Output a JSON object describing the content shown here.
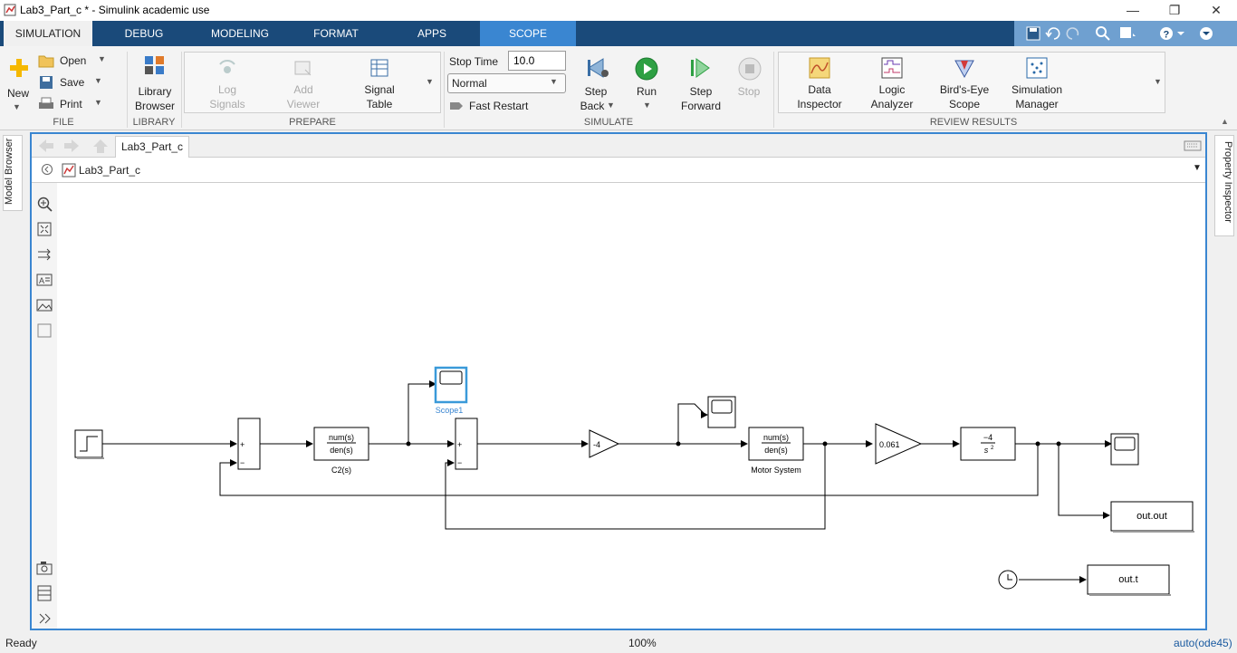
{
  "window": {
    "title": "Lab3_Part_c * - Simulink academic use"
  },
  "tabs": [
    {
      "label": "SIMULATION"
    },
    {
      "label": "DEBUG"
    },
    {
      "label": "MODELING"
    },
    {
      "label": "FORMAT"
    },
    {
      "label": "APPS"
    },
    {
      "label": "SCOPE"
    }
  ],
  "ribbon": {
    "file": {
      "new": "New",
      "open": "Open",
      "save": "Save",
      "print": "Print",
      "group": "FILE"
    },
    "library": {
      "browser1": "Library",
      "browser2": "Browser",
      "group": "LIBRARY"
    },
    "prepare": {
      "log1": "Log",
      "log2": "Signals",
      "add1": "Add",
      "add2": "Viewer",
      "table1": "Signal",
      "table2": "Table",
      "group": "PREPARE"
    },
    "simulate": {
      "stop_time_label": "Stop Time",
      "stop_time_value": "10.0",
      "mode": "Normal",
      "fast_restart": "Fast Restart",
      "stepback1": "Step",
      "stepback2": "Back",
      "run": "Run",
      "stepfwd1": "Step",
      "stepfwd2": "Forward",
      "stop": "Stop",
      "group": "SIMULATE"
    },
    "review": {
      "di1": "Data",
      "di2": "Inspector",
      "la1": "Logic",
      "la2": "Analyzer",
      "be1": "Bird's-Eye",
      "be2": "Scope",
      "sm1": "Simulation",
      "sm2": "Manager",
      "group": "REVIEW RESULTS"
    }
  },
  "side": {
    "model_browser": "Model Browser",
    "property_inspector": "Property Inspector"
  },
  "editor": {
    "tab": "Lab3_Part_c",
    "address": "Lab3_Part_c"
  },
  "diagram": {
    "sum1_plus": "+",
    "sum1_minus": "−",
    "sum2_plus": "+",
    "sum2_minus": "−",
    "tf1_num": "num(s)",
    "tf1_den": "den(s)",
    "tf1_name": "C2(s)",
    "scope1_name": "Scope1",
    "gain1": "-4",
    "tf2_num": "num(s)",
    "tf2_den": "den(s)",
    "tf2_name": "Motor System",
    "gain2": "0.061",
    "integ_num": "−4",
    "integ_den": "s",
    "out_out": "out.out",
    "out_t": "out.t"
  },
  "status": {
    "left": "Ready",
    "center": "100%",
    "right": "auto(ode45)"
  }
}
